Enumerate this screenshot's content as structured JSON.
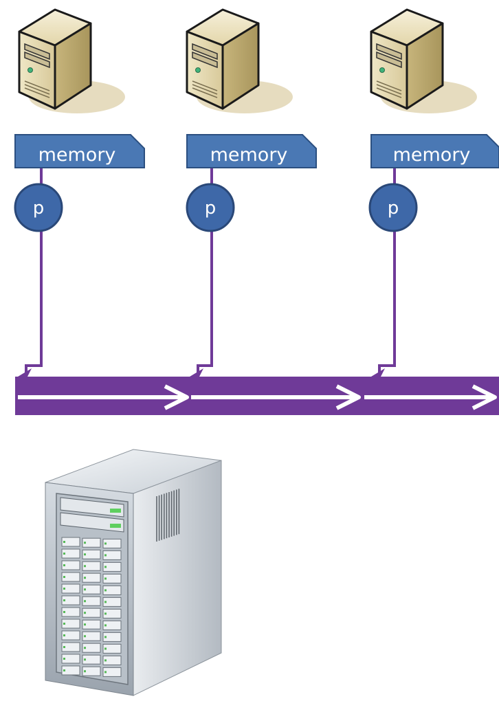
{
  "nodes": [
    {
      "memory_label": "memory",
      "processor_label": "p"
    },
    {
      "memory_label": "memory",
      "processor_label": "p"
    },
    {
      "memory_label": "memory",
      "processor_label": "p"
    }
  ],
  "icons": {
    "workstation": "desktop-tower-icon",
    "server": "server-rack-icon"
  },
  "colors": {
    "memory_fill": "#4a78b4",
    "memory_stroke": "#2b4f80",
    "processor_fill": "#3e68a8",
    "processor_stroke": "#2a4878",
    "link": "#6f3a98",
    "bus": "#6f3a98",
    "bus_arrow": "#ffffff"
  }
}
